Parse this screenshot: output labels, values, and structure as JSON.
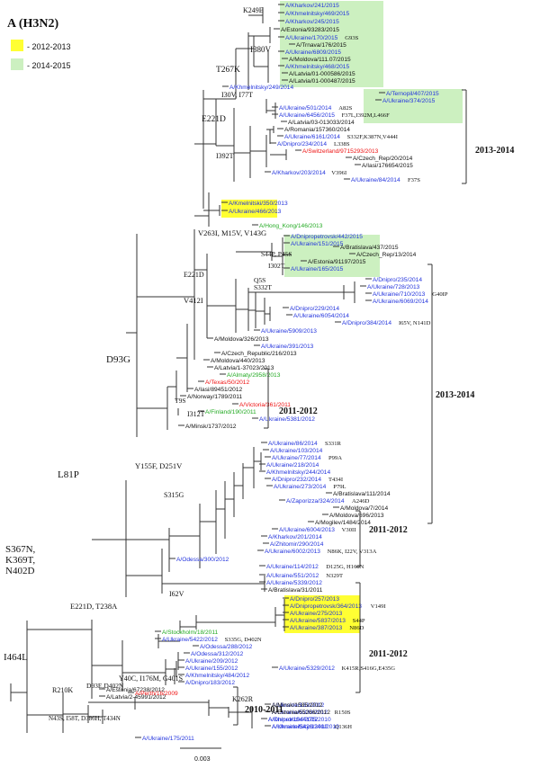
{
  "title": "A (H3N2)",
  "legend": [
    {
      "label": "- 2012-2013",
      "color": "#ffff33"
    },
    {
      "label": "- 2014-2015",
      "color": "#ccf0c0"
    }
  ],
  "colors": {
    "ukraine": "#2233dd",
    "reference": "#ee1111",
    "vaccine": "#22aa22",
    "other": "#111111"
  },
  "scale_bar_label": "0.003",
  "highlights": [
    {
      "color": "#ccf0c0"
    },
    {
      "color": "#ccf0c0"
    },
    {
      "color": "#ccf0c0"
    },
    {
      "color": "#ffff33"
    },
    {
      "color": "#ffff33"
    }
  ],
  "clades": [
    {
      "label": "2013-2014"
    },
    {
      "label": "2011-2012"
    },
    {
      "label": "2013-2014"
    },
    {
      "label": "2011-2012"
    },
    {
      "label": "2011-2012"
    },
    {
      "label": "2010-2011"
    }
  ],
  "mutations": [
    "K249E",
    "T267K",
    "I380V",
    "I30V, I77T",
    "E221D",
    "I392T",
    "V263I, M15V, V143G",
    "E221D",
    "V412I",
    "S44P, P45S",
    "I302T",
    "Q5S",
    "S332T",
    "D93G",
    "T9S",
    "L81P",
    "Y155F, D251V",
    "I312T",
    "S315G",
    "S367N,",
    "K369T,",
    "N402D",
    "E221D, T238A",
    "I62V",
    "I464L",
    "R210K",
    "D93E,D402N",
    "Y40C, I176M, G401S",
    "K262R",
    "N43S, I58T, D386H, T434N"
  ],
  "leaves": [
    {
      "name": "A/Kharkov/241/2015",
      "note": "",
      "group": "ukraine"
    },
    {
      "name": "A/Khmelnitsky/469/2015",
      "note": "",
      "group": "ukraine"
    },
    {
      "name": "A/Kharkov/245/2015",
      "note": "",
      "group": "ukraine"
    },
    {
      "name": "A/Estonia/93283/2015",
      "note": "",
      "group": "other"
    },
    {
      "name": "A/Ukraine/170/2015",
      "note": "G93S",
      "group": "ukraine"
    },
    {
      "name": "A/Trnava/176/2015",
      "note": "",
      "group": "other"
    },
    {
      "name": "A/Ukraine/6809/2015",
      "note": "",
      "group": "ukraine"
    },
    {
      "name": "A/Moldova/111.07/2015",
      "note": "",
      "group": "other"
    },
    {
      "name": "A/Khmelnitsky/468/2015",
      "note": "",
      "group": "ukraine"
    },
    {
      "name": "A/Latvia/01-000586/2015",
      "note": "",
      "group": "other"
    },
    {
      "name": "A/Latvia/01-000487/2015",
      "note": "",
      "group": "other"
    },
    {
      "name": "A/Khmelnitsky/249/2014",
      "note": "",
      "group": "ukraine"
    },
    {
      "name": "A/Ternopil/407/2015",
      "note": "",
      "group": "ukraine"
    },
    {
      "name": "A/Ukraine/374/2015",
      "note": "",
      "group": "ukraine"
    },
    {
      "name": "A/Ukraine/501/2014",
      "note": "A82S",
      "group": "ukraine"
    },
    {
      "name": "A/Ukraine/6456/2015",
      "note": "F37L,I392M,L466F",
      "group": "ukraine"
    },
    {
      "name": "A/Latvia/03-013033/2014",
      "note": "",
      "group": "other"
    },
    {
      "name": "A/Romania/157360/2014",
      "note": "",
      "group": "other"
    },
    {
      "name": "A/Ukraine/6161/2014",
      "note": "S332F,K387N,V444I",
      "group": "ukraine"
    },
    {
      "name": "A/Dnipro/234/2014",
      "note": "L338S",
      "group": "ukraine"
    },
    {
      "name": "A/Switzerland/9715293/2013",
      "note": "",
      "group": "reference"
    },
    {
      "name": "A/Czech_Rep/20/2014",
      "note": "",
      "group": "other"
    },
    {
      "name": "A/Iasi/176654/2015",
      "note": "",
      "group": "other"
    },
    {
      "name": "A/Kharkov/203/2014",
      "note": "V396I",
      "group": "ukraine"
    },
    {
      "name": "A/Ukraine/84/2014",
      "note": "F37S",
      "group": "ukraine"
    },
    {
      "name": "A/Kmelnitski/350/2013",
      "note": "",
      "group": "ukraine"
    },
    {
      "name": "A/Ukraine/466/2013",
      "note": "",
      "group": "ukraine"
    },
    {
      "name": "A/Hong_Kong/146/2013",
      "note": "",
      "group": "vaccine"
    },
    {
      "name": "A/Dnipropetrovsk/442/2015",
      "note": "",
      "group": "ukraine"
    },
    {
      "name": "A/Ukraine/151/2015",
      "note": "",
      "group": "ukraine"
    },
    {
      "name": "A/Bratislava/437/2015",
      "note": "",
      "group": "other"
    },
    {
      "name": "A/Czech_Rep/13/2014",
      "note": "",
      "group": "other"
    },
    {
      "name": "A/Estonia/91197/2015",
      "note": "",
      "group": "other"
    },
    {
      "name": "A/Ukraine/165/2015",
      "note": "",
      "group": "ukraine"
    },
    {
      "name": "A/Dnipro/235/2014",
      "note": "",
      "group": "ukraine"
    },
    {
      "name": "A/Ukraine/728/2013",
      "note": "",
      "group": "ukraine"
    },
    {
      "name": "A/Ukraine/710/2013",
      "note": "G40IP",
      "group": "ukraine"
    },
    {
      "name": "A/Ukraine/6069/2014",
      "note": "",
      "group": "ukraine"
    },
    {
      "name": "A/Dnipro/229/2014",
      "note": "",
      "group": "ukraine"
    },
    {
      "name": "A/Ukraine/6054/2014",
      "note": "",
      "group": "ukraine"
    },
    {
      "name": "A/Dnipro/384/2014",
      "note": "I65V, N141D",
      "group": "ukraine"
    },
    {
      "name": "A/Ukraine/5909/2013",
      "note": "",
      "group": "ukraine"
    },
    {
      "name": "A/Moldova/326/2013",
      "note": "",
      "group": "other"
    },
    {
      "name": "A/Ukraine/391/2013",
      "note": "",
      "group": "ukraine"
    },
    {
      "name": "A/Czech_Republic/216/2013",
      "note": "",
      "group": "other"
    },
    {
      "name": "A/Moldova/440/2013",
      "note": "",
      "group": "other"
    },
    {
      "name": "A/Latvia/1-37023/2013",
      "note": "",
      "group": "other"
    },
    {
      "name": "A/Almaty/2958/2013",
      "note": "",
      "group": "vaccine"
    },
    {
      "name": "A/Texas/50/2012",
      "note": "",
      "group": "reference"
    },
    {
      "name": "A/Iasi/89451/2012",
      "note": "",
      "group": "other"
    },
    {
      "name": "A/Norway/1789/2011",
      "note": "",
      "group": "other"
    },
    {
      "name": "A/Victoria/361/2011",
      "note": "",
      "group": "reference"
    },
    {
      "name": "A/Finland/190/2011",
      "note": "",
      "group": "vaccine"
    },
    {
      "name": "A/Ukraine/5381/2012",
      "note": "",
      "group": "ukraine"
    },
    {
      "name": "A/Minsk/1737/2012",
      "note": "",
      "group": "other"
    },
    {
      "name": "A/Ukraine/86/2014",
      "note": "S331R",
      "group": "ukraine"
    },
    {
      "name": "A/Ukraine/103/2014",
      "note": "",
      "group": "ukraine"
    },
    {
      "name": "A/Ukraine/77/2014",
      "note": "P99A",
      "group": "ukraine"
    },
    {
      "name": "A/Ukraine/218/2014",
      "note": "",
      "group": "ukraine"
    },
    {
      "name": "A/Khmelnitsky/244/2014",
      "note": "",
      "group": "ukraine"
    },
    {
      "name": "A/Dnipro/232/2014",
      "note": "T434I",
      "group": "ukraine"
    },
    {
      "name": "A/Ukraine/273/2014",
      "note": "P79L",
      "group": "ukraine"
    },
    {
      "name": "A/Bratislava/111/2014",
      "note": "",
      "group": "other"
    },
    {
      "name": "A/Zaporizza/324/2014",
      "note": "A246D",
      "group": "ukraine"
    },
    {
      "name": "A/Moldova/7/2014",
      "note": "",
      "group": "other"
    },
    {
      "name": "A/Moldova/696/2013",
      "note": "",
      "group": "other"
    },
    {
      "name": "A/Mogilev/1484/2014",
      "note": "",
      "group": "other"
    },
    {
      "name": "A/Ukraine/6004/2013",
      "note": "V30II",
      "group": "ukraine"
    },
    {
      "name": "A/Kharkov/201/2014",
      "note": "",
      "group": "ukraine"
    },
    {
      "name": "A/Zhitomir/290/2014",
      "note": "",
      "group": "ukraine"
    },
    {
      "name": "A/Ukraine/6002/2013",
      "note": "N86K, I22V, V313A",
      "group": "ukraine"
    },
    {
      "name": "A/Odessa/300/2012",
      "note": "",
      "group": "ukraine"
    },
    {
      "name": "A/Ukraine/114/2012",
      "note": "D125G, H168N",
      "group": "ukraine"
    },
    {
      "name": "A/Ukraine/551/2012",
      "note": "N329T",
      "group": "ukraine"
    },
    {
      "name": "A/Ukraine/5339/2012",
      "note": "",
      "group": "ukraine"
    },
    {
      "name": "A/Bratislava/31/2011",
      "note": "",
      "group": "other"
    },
    {
      "name": "A/Dnipro/257/2013",
      "note": "",
      "group": "ukraine"
    },
    {
      "name": "A/Dnipropetrovsk/364/2013",
      "note": "V149I",
      "group": "ukraine"
    },
    {
      "name": "A/Ukraine/275/2013",
      "note": "",
      "group": "ukraine"
    },
    {
      "name": "A/Ukraine/5837/2013",
      "note": "S44P",
      "group": "ukraine"
    },
    {
      "name": "A/Ukraine/387/2013",
      "note": "N86D",
      "group": "ukraine"
    },
    {
      "name": "A/Stockholm/18/2011",
      "note": "",
      "group": "vaccine"
    },
    {
      "name": "A/Ukraine/5422/2012",
      "note": "S335G, D402N",
      "group": "ukraine"
    },
    {
      "name": "A/Odessa/288/2012",
      "note": "",
      "group": "ukraine"
    },
    {
      "name": "A/Odessa/312/2012",
      "note": "",
      "group": "ukraine"
    },
    {
      "name": "A/Ukraine/209/2012",
      "note": "",
      "group": "ukraine"
    },
    {
      "name": "A/Ukraine/155/2012",
      "note": "",
      "group": "ukraine"
    },
    {
      "name": "A/Ukraine/5329/2012",
      "note": "K415R,S416G,E435G",
      "group": "ukraine"
    },
    {
      "name": "A/Khmelnitsky/484/2012",
      "note": "",
      "group": "ukraine"
    },
    {
      "name": "A/Dnipro/183/2012",
      "note": "",
      "group": "ukraine"
    },
    {
      "name": "A/Estonia/67238/2012",
      "note": "",
      "group": "other"
    },
    {
      "name": "A/Latvia/2-45991/2012",
      "note": "",
      "group": "other"
    },
    {
      "name": "A/Ukraine/131/2012",
      "note": "",
      "group": "ukraine"
    },
    {
      "name": "A/Ukraine/5333/2012",
      "note": "R150S",
      "group": "ukraine"
    },
    {
      "name": "A/Dnipro/194/2012",
      "note": "",
      "group": "ukraine"
    },
    {
      "name": "A/Ukraine/5426/2012",
      "note": "Q136H",
      "group": "ukraine"
    },
    {
      "name": "A/Ukraine/175/2011",
      "note": "",
      "group": "ukraine"
    },
    {
      "name": "A/Minsk/1585/2012",
      "note": "",
      "group": "other"
    },
    {
      "name": "A/Estonia/65266/2012",
      "note": "",
      "group": "other"
    },
    {
      "name": "A/Khmelnizk/4175/2010",
      "note": "",
      "group": "ukraine"
    },
    {
      "name": "A/Khmelnitsky/1340/2010",
      "note": "",
      "group": "ukraine"
    },
    {
      "name": "A/Perth/16/2009",
      "note": "",
      "group": "reference"
    }
  ]
}
